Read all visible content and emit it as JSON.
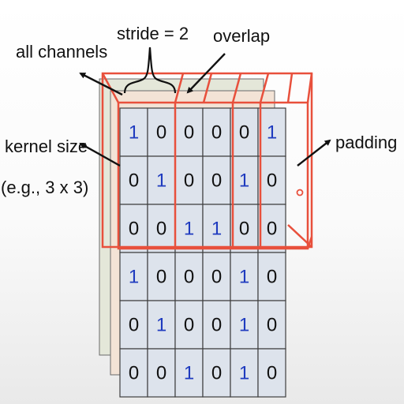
{
  "labels": {
    "stride": "stride = 2",
    "overlap": "overlap",
    "all_channels": "all channels",
    "kernel_size": "kernel size",
    "kernel_example": "(e.g., 3 x 3)",
    "padding": "padding"
  },
  "matrix": [
    [
      "1",
      "0",
      "0",
      "0",
      "0",
      "1"
    ],
    [
      "0",
      "1",
      "0",
      "0",
      "1",
      "0"
    ],
    [
      "0",
      "0",
      "1",
      "1",
      "0",
      "0"
    ],
    [
      "1",
      "0",
      "0",
      "0",
      "1",
      "0"
    ],
    [
      "0",
      "1",
      "0",
      "0",
      "1",
      "0"
    ],
    [
      "0",
      "0",
      "1",
      "0",
      "1",
      "0"
    ]
  ],
  "colors": {
    "one": "#1f3bbf",
    "zero": "#111111",
    "cell_fill": "#dde3ec",
    "cell_stroke": "#3f3f3f",
    "kernel_stroke": "#e8503c",
    "back_layer_1": "#f3e3d6",
    "back_layer_2": "#e4e7d9"
  }
}
